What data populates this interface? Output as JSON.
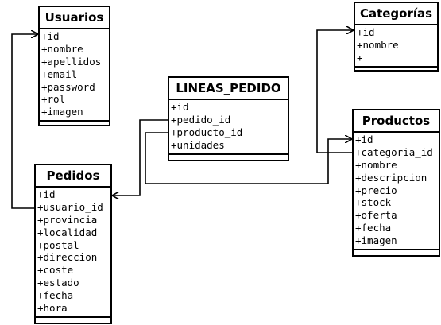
{
  "diagram": {
    "classes": [
      {
        "id": "usuarios",
        "title": "Usuarios",
        "attributes": [
          "+id",
          "+nombre",
          "+apellidos",
          "+email",
          "+password",
          "+rol",
          "+imagen"
        ]
      },
      {
        "id": "categorias",
        "title": "Categorías",
        "attributes": [
          "+id",
          "+nombre",
          "+"
        ]
      },
      {
        "id": "lineas_pedido",
        "title": "LINEAS_PEDIDO",
        "attributes": [
          "+id",
          "+pedido_id",
          "+producto_id",
          "+unidades"
        ]
      },
      {
        "id": "productos",
        "title": "Productos",
        "attributes": [
          "+id",
          "+categoria_id",
          "+nombre",
          "+descripcion",
          "+precio",
          "+stock",
          "+oferta",
          "+fecha",
          "+imagen"
        ]
      },
      {
        "id": "pedidos",
        "title": "Pedidos",
        "attributes": [
          "+id",
          "+usuario_id",
          "+provincia",
          "+localidad",
          "+postal",
          "+direccion",
          "+coste",
          "+estado",
          "+fecha",
          "+hora"
        ]
      }
    ],
    "relations": [
      {
        "from": "pedidos.usuario_id",
        "to": "usuarios.id"
      },
      {
        "from": "lineas_pedido.pedido_id",
        "to": "pedidos.id"
      },
      {
        "from": "productos.categoria_id",
        "to": "categorias.id"
      },
      {
        "from": "lineas_pedido.producto_id",
        "to": "productos.id"
      }
    ]
  }
}
